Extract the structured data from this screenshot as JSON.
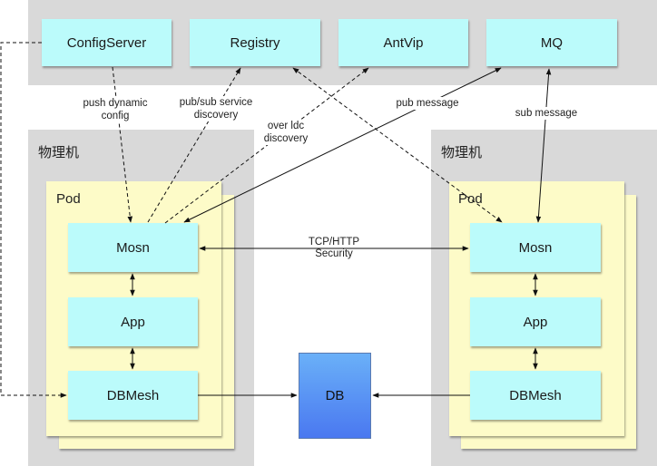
{
  "top_services": [
    {
      "id": "configserver",
      "label": "ConfigServer"
    },
    {
      "id": "registry",
      "label": "Registry"
    },
    {
      "id": "antvip",
      "label": "AntVip"
    },
    {
      "id": "mq",
      "label": "MQ"
    }
  ],
  "hosts": [
    {
      "label": "物理机",
      "pod_label": "Pod",
      "components": [
        {
          "id": "mosn",
          "label": "Mosn"
        },
        {
          "id": "app",
          "label": "App"
        },
        {
          "id": "dbmesh",
          "label": "DBMesh"
        }
      ]
    },
    {
      "label": "物理机",
      "pod_label": "Pod",
      "components": [
        {
          "id": "mosn",
          "label": "Mosn"
        },
        {
          "id": "app",
          "label": "App"
        },
        {
          "id": "dbmesh",
          "label": "DBMesh"
        }
      ]
    }
  ],
  "database": {
    "label": "DB"
  },
  "edges": [
    {
      "from": "configserver",
      "to": "left.mosn",
      "style": "dashed",
      "label": [
        "push dynamic",
        "config"
      ]
    },
    {
      "from": "left.mosn",
      "to": "registry",
      "style": "dashed",
      "label": [
        "pub/sub service",
        "discovery"
      ]
    },
    {
      "from": "left.mosn",
      "to": "antvip",
      "style": "dashed",
      "label": [
        "over ldc",
        "discovery"
      ]
    },
    {
      "from": "left.mosn",
      "to": "mq",
      "style": "solid",
      "direction": "both",
      "label": [
        "pub message"
      ]
    },
    {
      "from": "registry",
      "to": "right.mosn",
      "style": "dashed",
      "direction": "both"
    },
    {
      "from": "mq",
      "to": "right.mosn",
      "style": "solid",
      "direction": "both",
      "label": [
        "sub message"
      ]
    },
    {
      "from": "left.mosn",
      "to": "right.mosn",
      "style": "solid",
      "direction": "both",
      "label": [
        "TCP/HTTP",
        "Security"
      ]
    },
    {
      "from": "configserver",
      "to": "left.dbmesh",
      "style": "dashed"
    },
    {
      "from": "left.dbmesh",
      "to": "db",
      "style": "solid"
    },
    {
      "from": "right.dbmesh",
      "to": "db",
      "style": "solid"
    },
    {
      "from": "left.mosn",
      "to": "left.app",
      "style": "solid",
      "direction": "both"
    },
    {
      "from": "left.app",
      "to": "left.dbmesh",
      "style": "solid",
      "direction": "both"
    },
    {
      "from": "right.mosn",
      "to": "right.app",
      "style": "solid",
      "direction": "both"
    },
    {
      "from": "right.app",
      "to": "right.dbmesh",
      "style": "solid",
      "direction": "both"
    }
  ],
  "edge_labels": {
    "push_dynamic_config": [
      "push dynamic",
      "config"
    ],
    "pubsub_discovery": [
      "pub/sub service",
      "discovery"
    ],
    "over_ldc_discovery": [
      "over ldc",
      "discovery"
    ],
    "pub_message": "pub message",
    "sub_message": "sub message",
    "tcp_http_security": [
      "TCP/HTTP",
      "Security"
    ]
  }
}
